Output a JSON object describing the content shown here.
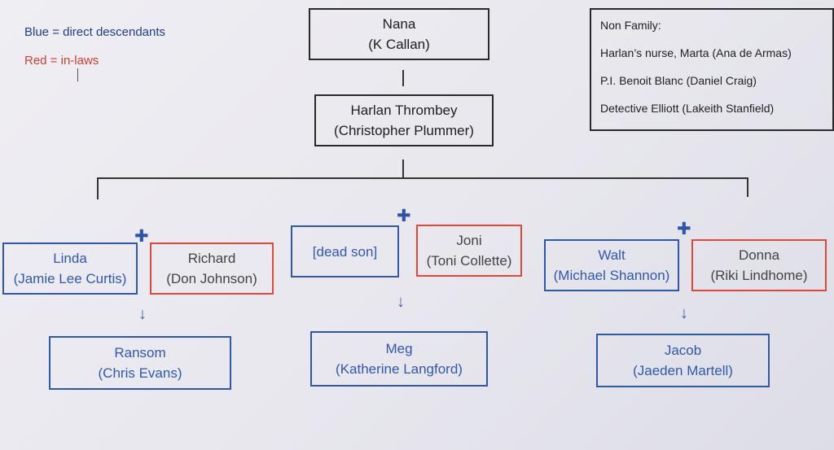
{
  "legend": {
    "blue": "Blue = direct descendants",
    "red": "Red = in-laws",
    "blue_color": "#2e59ad",
    "red_color": "#d23c2e"
  },
  "non_family": {
    "title": "Non Family:",
    "items": [
      "Harlan’s nurse, Marta (Ana de Armas)",
      "P.I. Benoit Blanc (Daniel Craig)",
      "Detective Elliott (Lakeith Stanfield)"
    ]
  },
  "nodes": {
    "nana": {
      "name": "Nana",
      "actor": "(K Callan)"
    },
    "harlan": {
      "name": "Harlan Thrombey",
      "actor": "(Christopher Plummer)"
    },
    "linda": {
      "name": "Linda",
      "actor": "(Jamie Lee Curtis)"
    },
    "richard": {
      "name": "Richard",
      "actor": "(Don Johnson)"
    },
    "dead_son": {
      "name": "[dead son]"
    },
    "joni": {
      "name": "Joni",
      "actor": "(Toni Collette)"
    },
    "walt": {
      "name": "Walt",
      "actor": "(Michael Shannon)"
    },
    "donna": {
      "name": "Donna",
      "actor": "(Riki Lindhome)"
    },
    "ransom": {
      "name": "Ransom",
      "actor": "(Chris Evans)"
    },
    "meg": {
      "name": "Meg",
      "actor": "(Katherine Langford)"
    },
    "jacob": {
      "name": "Jacob",
      "actor": "(Jaeden Martell)"
    }
  },
  "symbols": {
    "plus": "✚",
    "arrow": "↓"
  }
}
